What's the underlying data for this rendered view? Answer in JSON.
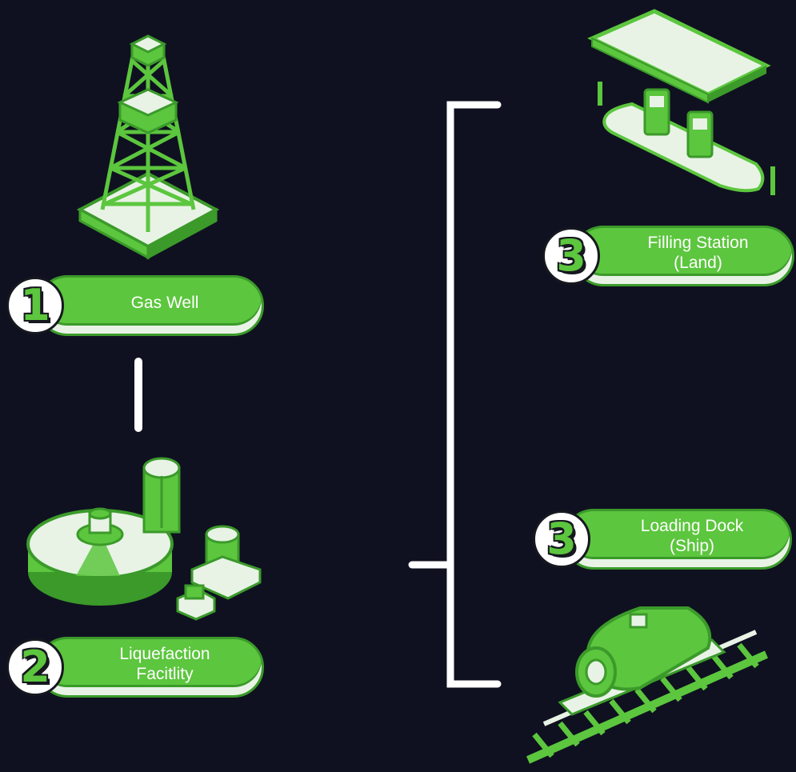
{
  "colors": {
    "background": "#0f1120",
    "green": "#5cc63e",
    "dark_green": "#3b9a2a",
    "light": "#e8f3e6",
    "connector": "#ffffff"
  },
  "steps": [
    {
      "id": "gas-well",
      "number": "1",
      "label": "Gas Well",
      "icon": "gas-well-derrick-icon"
    },
    {
      "id": "liquefaction",
      "number": "2",
      "label": "Liquefaction\nFacitlity",
      "icon": "liquefaction-plant-icon"
    },
    {
      "id": "filling-station",
      "number": "3",
      "label": "Filling Station\n(Land)",
      "icon": "filling-station-icon"
    },
    {
      "id": "loading-dock",
      "number": "3",
      "label": "Loading Dock\n(Ship)",
      "icon": "rail-tank-car-icon"
    }
  ]
}
